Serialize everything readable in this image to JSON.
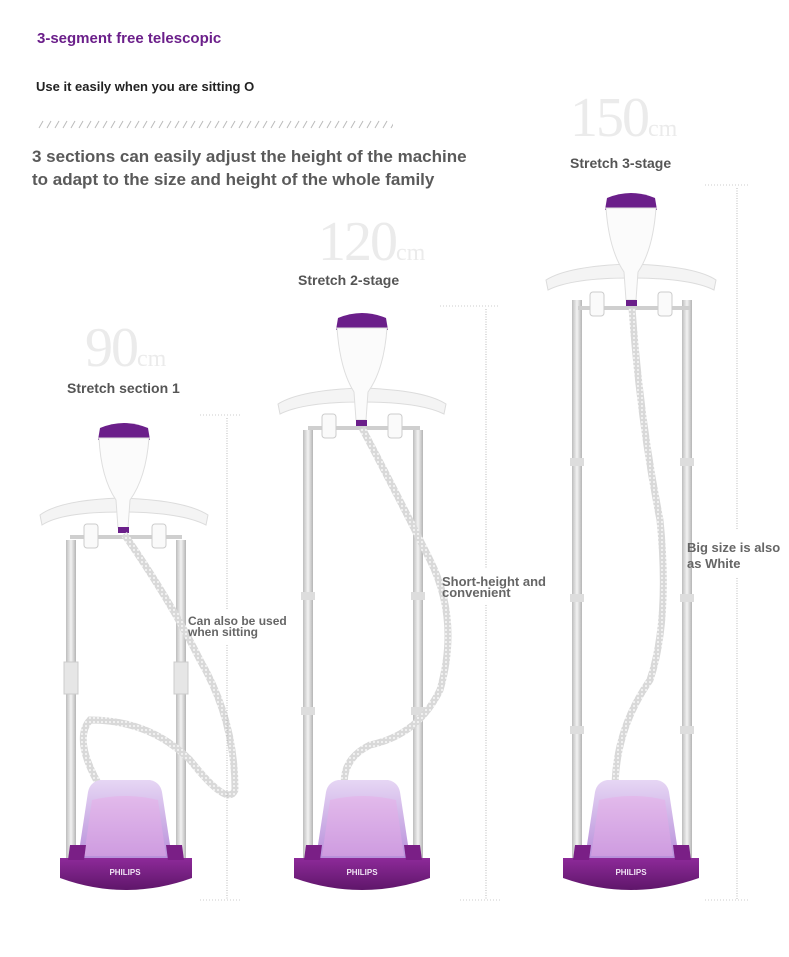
{
  "header": {
    "title": "3-segment free telescopic",
    "subtitle": "Use it easily when you are sitting O",
    "headline_line1": "3 sections can easily adjust the height of the machine",
    "headline_line2": "to adapt to the size and height of the whole family"
  },
  "stages": [
    {
      "size_value": "90",
      "size_unit": "cm",
      "label": "Stretch section 1",
      "callout_line1": "Can also be used",
      "callout_line2": "when sitting"
    },
    {
      "size_value": "120",
      "size_unit": "cm",
      "label": "Stretch 2-stage",
      "callout_line1": "Short-height and",
      "callout_line2": "convenient"
    },
    {
      "size_value": "150",
      "size_unit": "cm",
      "label": "Stretch 3-stage",
      "callout_line1": "Big size is also",
      "callout_line2": "as White"
    }
  ],
  "product": {
    "brand": "PHILIPS"
  },
  "colors": {
    "accent_purple": "#6b1f8a",
    "base_purple": "#7a1f86",
    "tank_lavender": "#c9a9e4",
    "pole_silver": "#d8d8d8"
  }
}
